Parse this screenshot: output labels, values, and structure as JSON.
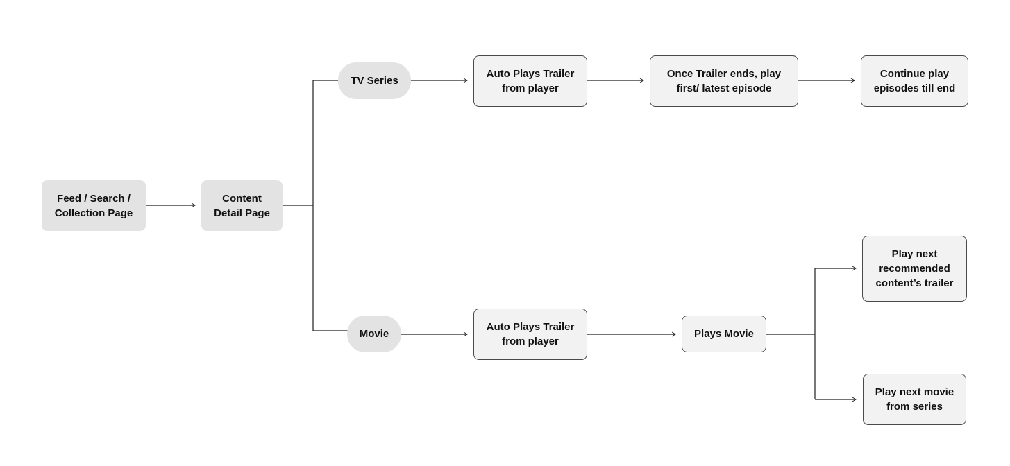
{
  "nodes": {
    "feed": {
      "label": "Feed / Search / Collection Page"
    },
    "content_detail": {
      "label": "Content Detail Page"
    },
    "tv_series": {
      "label": "TV Series"
    },
    "movie": {
      "label": "Movie"
    },
    "tv_trailer": {
      "label": "Auto Plays Trailer from player"
    },
    "tv_once_trailer_ends": {
      "label": "Once Trailer ends, play first/ latest episode"
    },
    "tv_continue": {
      "label": "Continue play episodes till end"
    },
    "movie_trailer": {
      "label": "Auto Plays Trailer from player"
    },
    "plays_movie": {
      "label": "Plays Movie"
    },
    "next_recommended": {
      "label": "Play next recommended content’s trailer"
    },
    "next_movie_series": {
      "label": "Play next movie from series"
    }
  },
  "edges": [
    {
      "from": "feed",
      "to": "content_detail"
    },
    {
      "from": "content_detail",
      "to": "tv_series"
    },
    {
      "from": "content_detail",
      "to": "movie"
    },
    {
      "from": "tv_series",
      "to": "tv_trailer"
    },
    {
      "from": "tv_trailer",
      "to": "tv_once_trailer_ends"
    },
    {
      "from": "tv_once_trailer_ends",
      "to": "tv_continue"
    },
    {
      "from": "movie",
      "to": "movie_trailer"
    },
    {
      "from": "movie_trailer",
      "to": "plays_movie"
    },
    {
      "from": "plays_movie",
      "to": "next_recommended"
    },
    {
      "from": "plays_movie",
      "to": "next_movie_series"
    }
  ],
  "colors": {
    "start_fill": "#e3e3e3",
    "step_fill": "#f2f2f2",
    "step_border": "#4a4a4a",
    "line": "#1f1f1f"
  }
}
